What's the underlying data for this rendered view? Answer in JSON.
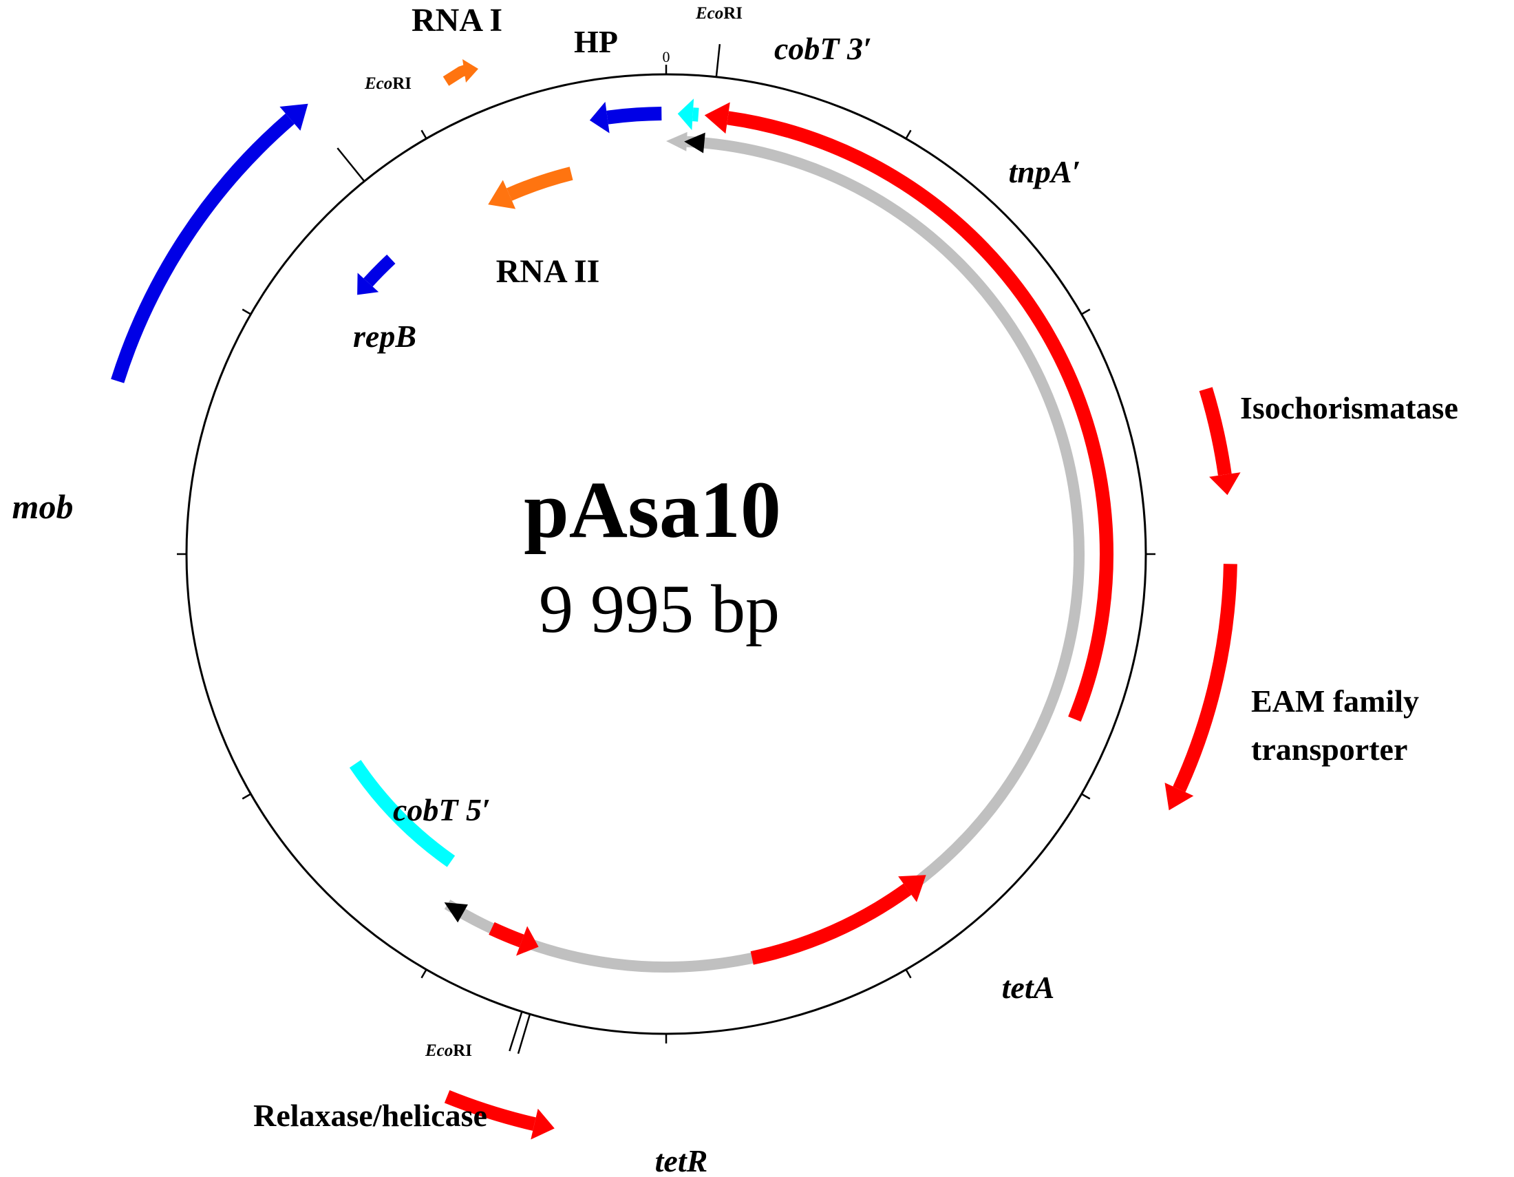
{
  "plasmid": {
    "name": "pAsa10",
    "size": "9 995 bp"
  },
  "zero_label": "0",
  "restriction_sites": [
    {
      "id": "ecori-top",
      "label_italic": "Eco",
      "label_rest": "RI"
    },
    {
      "id": "ecori-left",
      "label_italic": "Eco",
      "label_rest": "RI"
    },
    {
      "id": "ecori-bottom",
      "label_italic": "Eco",
      "label_rest": "RI"
    }
  ],
  "features": [
    {
      "id": "rna-i",
      "label": "RNA I",
      "italic": false,
      "color": "#FF7410"
    },
    {
      "id": "hp",
      "label": "HP",
      "italic": false,
      "color": "#0000E6"
    },
    {
      "id": "cobt-3",
      "label": "cobT 3′",
      "italic": true,
      "color": "#00FFFF"
    },
    {
      "id": "tnpa",
      "label": "tnpA′",
      "italic": true,
      "color": "#FF0000"
    },
    {
      "id": "rna-ii",
      "label": "RNA II",
      "italic": false,
      "color": "#FF7410"
    },
    {
      "id": "repb",
      "label": "repB",
      "italic": true,
      "color": "#0000E6"
    },
    {
      "id": "mob",
      "label": "mob",
      "italic": true,
      "color": "#0000E6"
    },
    {
      "id": "isochorismatase",
      "label": "Isochorismatase",
      "italic": false,
      "color": "#FF0000"
    },
    {
      "id": "eam-line1",
      "label": "EAM family",
      "italic": false,
      "color": "#FF0000"
    },
    {
      "id": "eam-line2",
      "label": "transporter",
      "italic": false,
      "color": "#FF0000"
    },
    {
      "id": "cobt-5",
      "label": "cobT 5′",
      "italic": true,
      "color": "#00FFFF"
    },
    {
      "id": "teta",
      "label": "tetA",
      "italic": true,
      "color": "#FF0000"
    },
    {
      "id": "relaxase",
      "label": "Relaxase/helicase",
      "italic": false,
      "color": "#FF0000"
    },
    {
      "id": "tetr",
      "label": "tetR",
      "italic": true,
      "color": "#FF0000"
    }
  ],
  "colors": {
    "red": "#FF0000",
    "blue": "#0000E6",
    "cyan": "#00FFFF",
    "orange": "#FF7410",
    "grey": "#C0C0C0",
    "black": "#000000"
  }
}
